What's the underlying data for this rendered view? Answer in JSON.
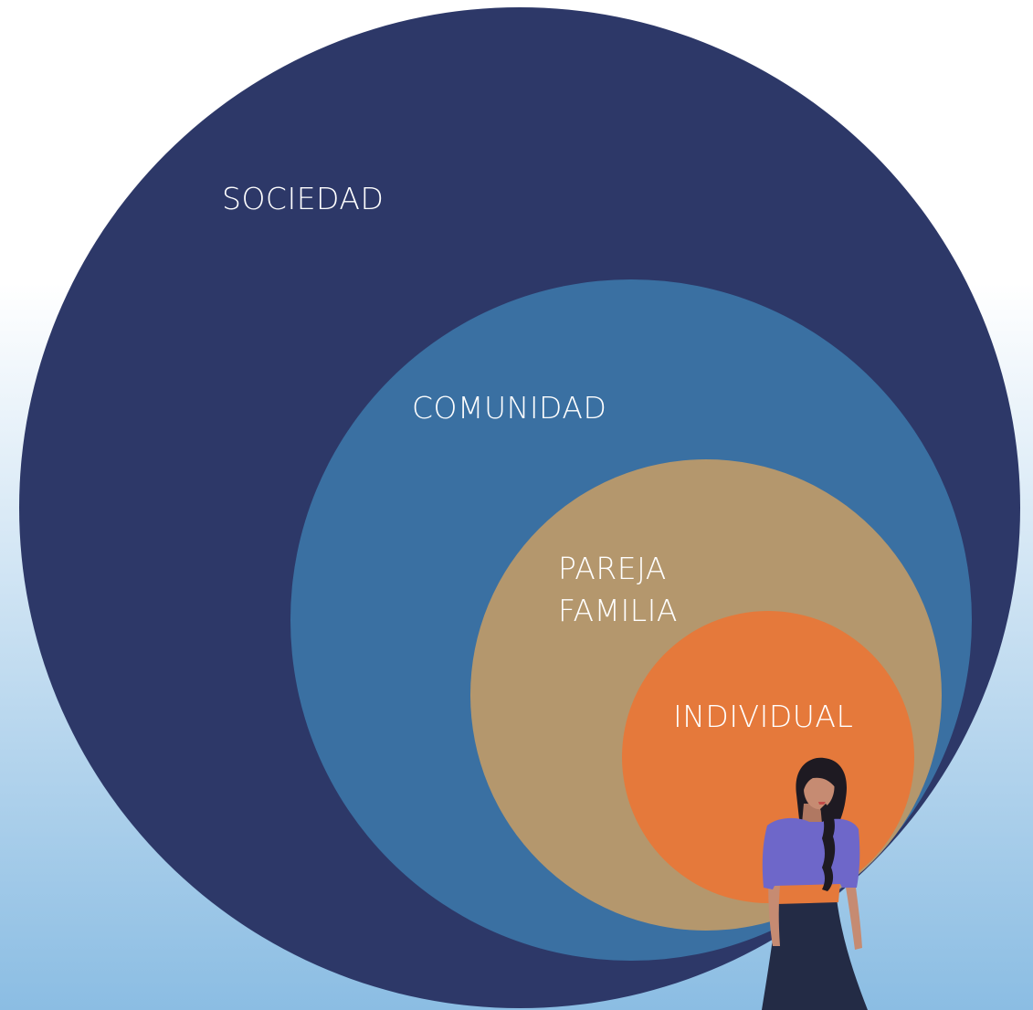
{
  "diagram": {
    "rings": [
      {
        "label_lines": [
          "SOCIEDAD"
        ],
        "color": "#2d3868"
      },
      {
        "label_lines": [
          "COMUNIDAD"
        ],
        "color": "#3a70a2"
      },
      {
        "label_lines": [
          "PAREJA",
          "FAMILIA"
        ],
        "color": "#b4976d"
      },
      {
        "label_lines": [
          "INDIVIDUAL"
        ],
        "color": "#e5793b"
      }
    ],
    "background": {
      "top_color": "#ffffff",
      "bottom_color": "#8bbde3"
    },
    "figure": {
      "description_icon": "woman-figure-icon",
      "hair_color": "#1e1a22",
      "skin_color": "#c68b72",
      "blouse_color": "#6e67c9",
      "sash_color": "#e5793b",
      "skirt_color": "#232b45"
    }
  }
}
